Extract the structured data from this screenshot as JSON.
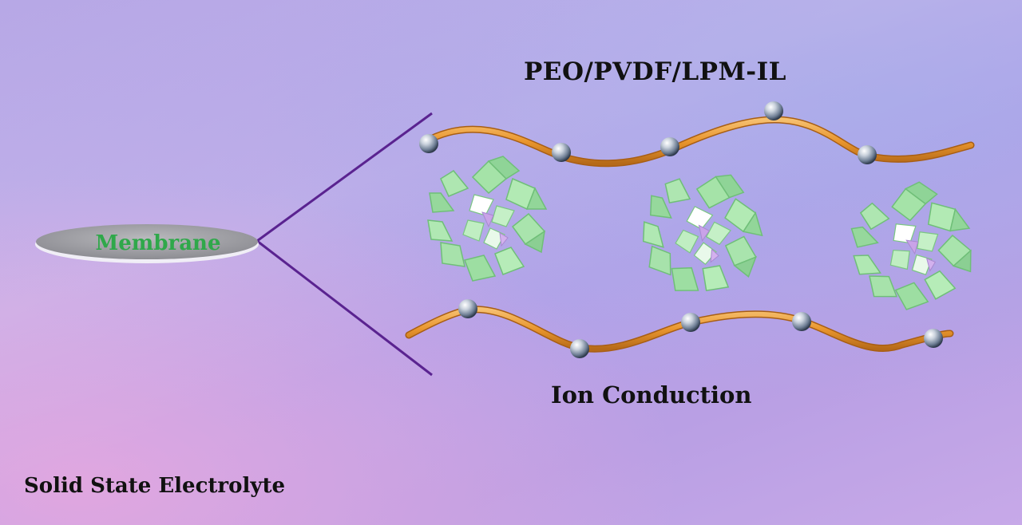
{
  "diagram": {
    "title": "PEO/PVDF/LPM-IL",
    "membrane_label": "Membrane",
    "process_label": "Ion Conduction",
    "caption": "Solid State Electrolyte"
  },
  "colors": {
    "chain": "#e9962e",
    "polyhedra": "#9fe0a3",
    "membrane_disk": "#a8a8ad",
    "membrane_text": "#2fa84a",
    "branch_lines": "#5a2390",
    "ion": "#6f7f95"
  },
  "icons": {
    "ion": "gray-sphere-ion-icon",
    "cluster": "polyoxometalate-cluster-icon"
  }
}
